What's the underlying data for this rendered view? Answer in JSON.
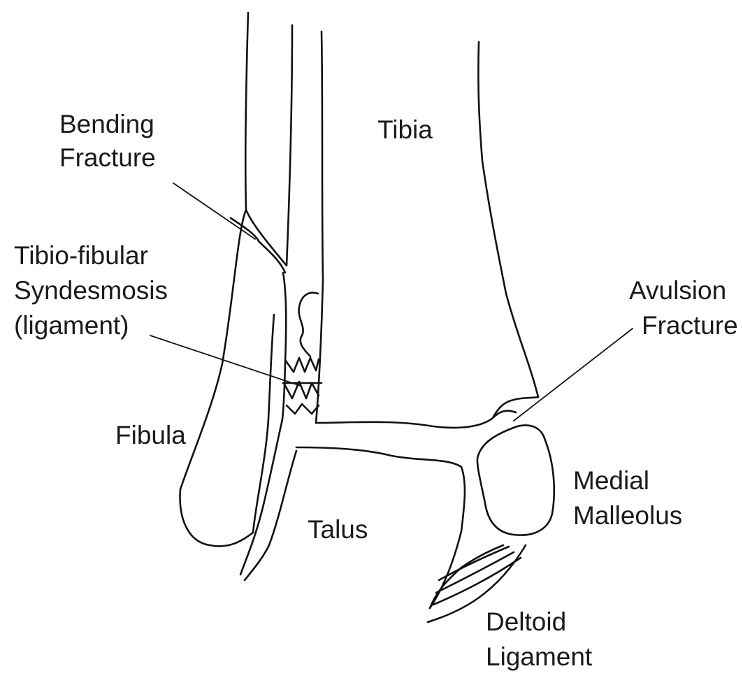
{
  "labels": {
    "bending_fracture": [
      "Bending",
      "Fracture"
    ],
    "tibia": "Tibia",
    "syndesmosis": [
      "Tibio-fibular",
      "Syndesmosis",
      "(ligament)"
    ],
    "avulsion_fracture": [
      "Avulsion",
      "Fracture"
    ],
    "fibula": "Fibula",
    "medial_malleolus": [
      "Medial",
      "Malleolus"
    ],
    "talus": "Talus",
    "deltoid_ligament": [
      "Deltoid",
      "Ligament"
    ]
  },
  "colors": {
    "ink": "#111111",
    "background": "#ffffff"
  }
}
